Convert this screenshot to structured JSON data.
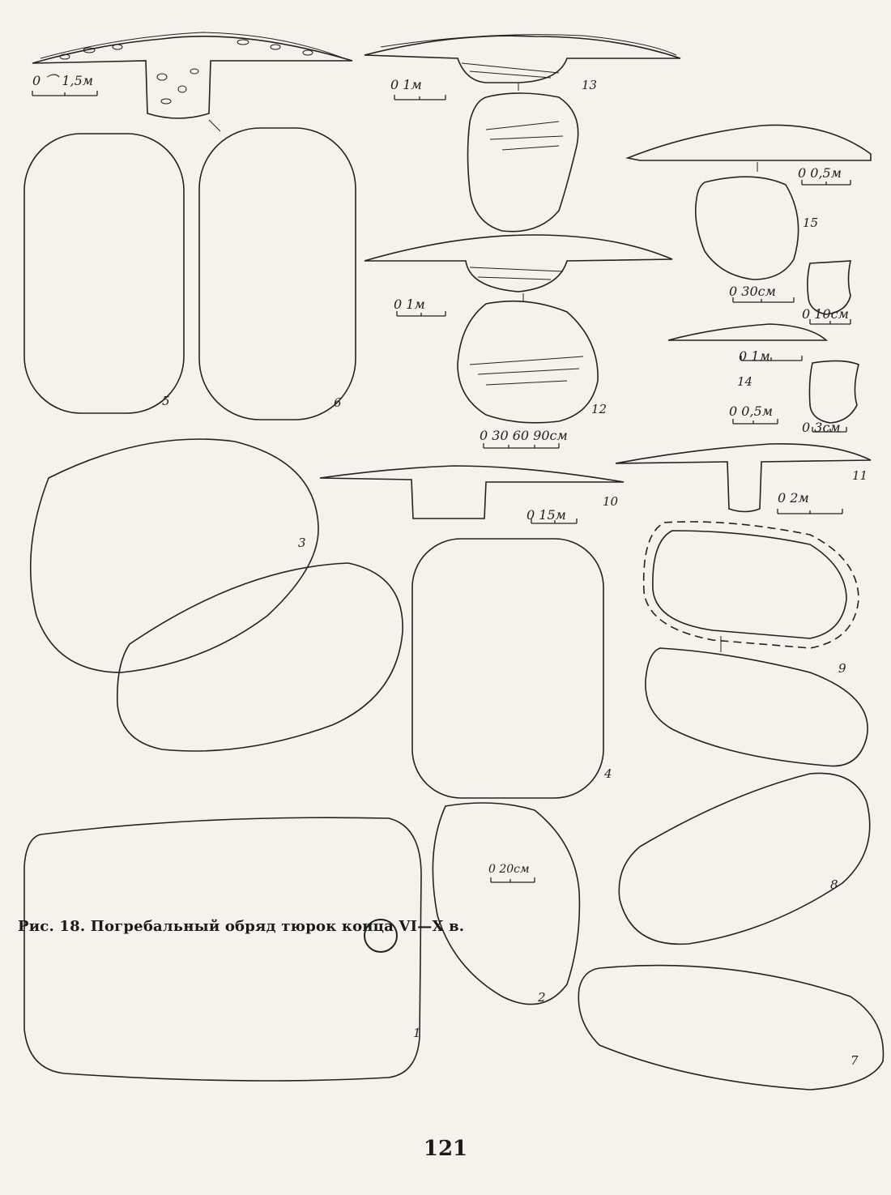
{
  "figure": {
    "caption": "Рис. 18. Погребальный обряд тюрок конца VI—X в.",
    "page_number": "121"
  },
  "panel_numbers": {
    "n1": "1",
    "n2": "2",
    "n3": "3",
    "n4": "4",
    "n5": "5",
    "n6": "6",
    "n7": "7",
    "n8": "8",
    "n9": "9",
    "n10": "10",
    "n11": "11",
    "n12": "12",
    "n13": "13",
    "n14": "14",
    "n15": "15"
  },
  "scales": {
    "s_1_5m": "0 ⌒ 1,5м",
    "s_13": "0   1м",
    "s_15a": "0  0,5м",
    "s_15b": "0   30см",
    "s_15c": "0   10см",
    "s_12a": "0   1м",
    "s_12b": "0 30 60 90см",
    "s_14a": "0   1м",
    "s_14b": "0  0,5м",
    "s_14c": "0   3см",
    "s_10": "0   15м",
    "s_11": "0     2м",
    "s_1": "0   20см"
  },
  "colors": {
    "ink": "#222222",
    "paper": "#f5f2eb"
  }
}
